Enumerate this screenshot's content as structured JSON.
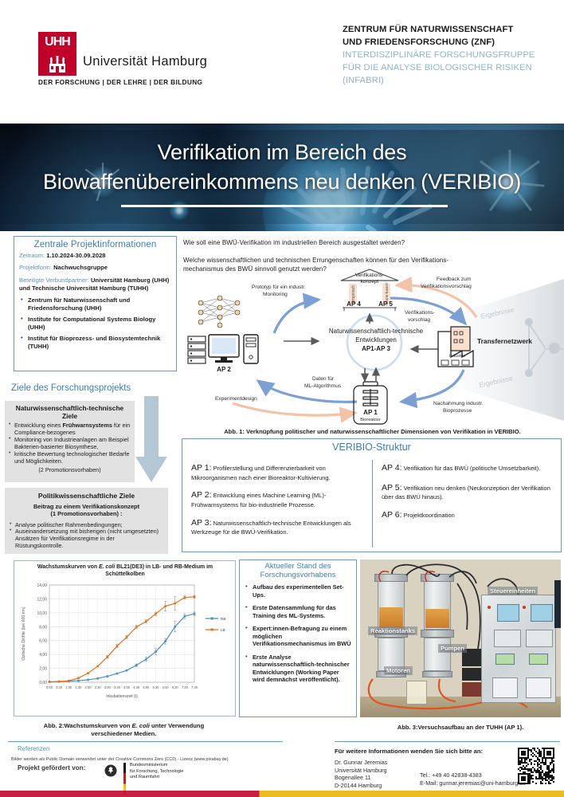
{
  "header": {
    "logo": {
      "mark_letters": "UHH",
      "university": "Universität Hamburg",
      "claim": "DER FORSCHUNG | DER LEHRE | DER BILDUNG"
    },
    "znf_line1": "ZENTRUM FÜR NATURWISSENSCHAFT",
    "znf_line2": "UND FRIEDENSFORSCHUNG (ZNF)",
    "infabri_line1": "INTERDISZIPLINÄRE FORSCHUNGSFRUPPE",
    "infabri_line2": "FÜR DIE ANALYSE BIOLOGISCHER RISIKEN",
    "infabri_line3": "(INFABRI)",
    "accent_red": "#c1002a",
    "accent_blue": "#3f7fa6",
    "znf_sub_color": "#8fb4cc"
  },
  "title": {
    "line1": "Verifikation im Bereich des",
    "line2": "Biowaffenübereinkommens neu denken (VERIBIO)"
  },
  "project_info": {
    "title": "Zentrale Projektinformationen",
    "rows": [
      {
        "key": "Zeitraum:",
        "value": "1.10.2024-30.09.2028"
      },
      {
        "key": "Projektform:",
        "value": "Nachwuchsgruppe"
      },
      {
        "key": "Beteiligte Verbundpartner:",
        "value": "Universität Hamburg (UHH) und Technische Universität Hamburg (TUHH)"
      }
    ],
    "partners": [
      "Zentrum für Naturwissenschaft und Friedensforschung (UHH)",
      "Institute for Computational Systems Biology (UHH)",
      "Institut für Bioprozess- und Biosystemtechnik (TUHH)"
    ]
  },
  "goals": {
    "section_title": "Ziele des Forschungsprojekts",
    "natural": {
      "title": "Naturwissenschaftlich-technische Ziele",
      "bullets": [
        "Entwicklung eines Frühwarnsystems für ein Compliance-bezogenes",
        "Monitoring von Industrieanlagen am Beispiel Bakterien-basierter Biosynthese,",
        "kritische Bewertung technologischer Bedarfe und Möglichkeiten."
      ],
      "note": "(2 Promotionsvorhaben)",
      "highlight": "Frühwarnsystems"
    },
    "political": {
      "title": "Politikwissenschaftliche Ziele",
      "subtitle_line1": "Beitrag zu einem Verifikationskonzept",
      "subtitle_line2": "(1 Promotionsvorhaben) :",
      "bullets": [
        "Analyse politischer Rahmenbedingungen;",
        "Auseinandersetzung mit bisherigen (nicht umgesetzten) Ansätzen für Verifikationsregime in der Rüstungskontrolle."
      ]
    }
  },
  "questions": {
    "q1": "Wie soll eine BWÜ-Verifikation im industriellen Bereich ausgestaltet werden?",
    "q2_line1": "Welche wissenschaftlichen und technischen Errungenschaften können für den Verifikations-",
    "q2_line2": "mechanismus des BWÜ sinnvoll genutzt werden?"
  },
  "diagram": {
    "nodes": {
      "konzept_l1": "Verifikations-",
      "konzept_l2": "konzept",
      "empirisch": "empirisch",
      "theoriebasiert": "theorie-basiert",
      "ap4": "AP 4",
      "ap5": "AP 5",
      "center_l1": "Naturwissenschaftlich-technische",
      "center_l2": "Entwicklungen",
      "center_l3": "AP1-AP 3",
      "ap2": "AP 2",
      "ap1": "AP 1",
      "ap1_sub": "Bioreaktor",
      "industrie": "Industrie",
      "transfer": "Transfernetzwerk",
      "ergebnisse_1": "Ergebnisse",
      "ergebnisse_2": "Ergebnisse"
    },
    "edges": {
      "prototyp_l1": "Prototyp für ein industr.",
      "prototyp_l2": "Monitoring",
      "feedback_l1": "Feedback zum",
      "feedback_l2": "Verifikationsvorschlag",
      "vorschlag_l1": "Verifikations-",
      "vorschlag_l2": "vorschlag",
      "daten_l1": "Daten für",
      "daten_l2": "ML-Algorithmus",
      "nachahmung_l1": "Nachahmung industr.",
      "nachahmung_l2": "Bioprozesse",
      "experimentdesign": "Experimentdesign"
    },
    "caption": "Abb. 1: Verknüpfung politischer und naturwissenschaftlicher Dimensionen von Verifikation in VERIBIO.",
    "colors": {
      "blue_arrow": "#7c9fd4",
      "peach_arrow": "#f6cdb6",
      "gray_arrow": "#5a5a5a"
    }
  },
  "struktur": {
    "title": "VERIBIO-Struktur",
    "left": [
      {
        "label": "AP 1:",
        "text": "Profilerstellung und Differenzierbarkeit von Mikroorganismen nach einer Bioreaktor-Kultivierung."
      },
      {
        "label": "AP 2:",
        "text": "Entwicklung eines Machine Learning (ML)-Frühwarnsystems für bio-industrielle Prozesse."
      },
      {
        "label": "AP 3:",
        "text": "Naturwissenschaftlich-technische Entwicklungen als Werkzeuge für die BWÜ-Verifikation."
      }
    ],
    "right": [
      {
        "label": "AP 4:",
        "text": "Verifikation für das BWÜ (politische Umsetzbarkeit)."
      },
      {
        "label": "AP 5:",
        "text": "Verifikation neu denken (Neukonzeption der Verifikation über das BWÜ hinaus)."
      },
      {
        "label": "AP 6:",
        "text": "Projektkoordination"
      }
    ]
  },
  "status": {
    "title_line1": "Aktueller Stand des",
    "title_line2": "Forschungsvorhabens",
    "items": [
      "Aufbau des experimentellen Set-Ups.",
      "Erste Datensammlung für das Training des ML-Systems.",
      "Expert:innen-Befragung zu einem möglichen Verifikationsmechanismus im BWÜ",
      "Erste Analyse naturwissenschaftlich-technischer Entwicklungen (Working Paper wird demnächst veröffentlicht)."
    ]
  },
  "photo": {
    "labels": [
      "Steuereinheiten",
      "Reaktionstanks",
      "Pumpen",
      "Motoren"
    ]
  },
  "captions": {
    "fig2_line1": "Abb. 2:Wachstumskurven von E. coli unter Verwendung",
    "fig2_line2": "verschiedener Medien.",
    "fig3": "Abb. 3:Versuchsaufbau an der TUHH (AP 1)."
  },
  "footer": {
    "references_title": "Referenzen",
    "references_text": "Bilder werden als Public Domain verwendet unter der Creative Commons Zero (CC0) - Lizenz (www.pixabay.de)",
    "funder_label": "Projekt gefördert von:",
    "funder_line1": "Bundesministerium",
    "funder_line2": "für Forschung, Technologie",
    "funder_line3": "und Raumfahrt",
    "contact_head": "Für weitere Informationen wenden Sie sich bitte an:",
    "contact_name": "Dr. Gunnar Jeremias",
    "contact_org": "Universität Hamburg",
    "contact_street": "Bogenallee 11",
    "contact_city": "D-20144 Hamburg",
    "contact_tel": "Tel.: +49 40 42838-4383",
    "contact_email": "E-Mail: gunnar.jeremias@uni-hamburg.de"
  },
  "chart_data": {
    "type": "line",
    "title": "Wachstumskurven von E. coli BL21(DE3) in LB- und RB-Medium im Schüttelkolben",
    "xlabel": "Inkubationszeit (t)",
    "ylabel": "Optische Dichte (bei 600 nm)",
    "ylim": [
      0,
      14
    ],
    "ytick_labels": [
      "0,00",
      "2,00",
      "4,00",
      "6,00",
      "8,00",
      "10,00",
      "12,00",
      "14,00"
    ],
    "yticks": [
      0,
      2,
      4,
      6,
      8,
      10,
      12,
      14
    ],
    "grid": true,
    "legend_position": "right",
    "x": [
      "0:00",
      "0:30",
      "1:00",
      "1:30",
      "2:00",
      "2:30",
      "3:00",
      "3:30",
      "4:00",
      "4:30",
      "5:00",
      "5:30",
      "6:00",
      "6:30",
      "7:00",
      "7:30"
    ],
    "series": [
      {
        "name": "RB",
        "color": "#4a90c8",
        "values": [
          0.05,
          0.09,
          0.15,
          0.22,
          0.35,
          0.55,
          0.85,
          1.25,
          1.7,
          2.45,
          3.3,
          4.4,
          5.9,
          8.0,
          9.5,
          9.85
        ],
        "errors": [
          0.02,
          0.02,
          0.03,
          0.04,
          0.05,
          0.06,
          0.08,
          0.1,
          0.12,
          0.18,
          0.3,
          0.45,
          0.4,
          0.75,
          0.35,
          0.25
        ]
      },
      {
        "name": "LB",
        "color": "#e8701a",
        "values": [
          0.06,
          0.1,
          0.2,
          0.6,
          1.3,
          2.3,
          3.65,
          5.2,
          6.5,
          7.95,
          8.75,
          9.85,
          10.95,
          11.35,
          12.2,
          12.3
        ],
        "errors": [
          0.02,
          0.02,
          0.04,
          0.08,
          0.12,
          0.15,
          0.2,
          0.25,
          0.25,
          0.25,
          0.25,
          0.25,
          0.7,
          0.95,
          0.25,
          0.2
        ]
      }
    ]
  }
}
